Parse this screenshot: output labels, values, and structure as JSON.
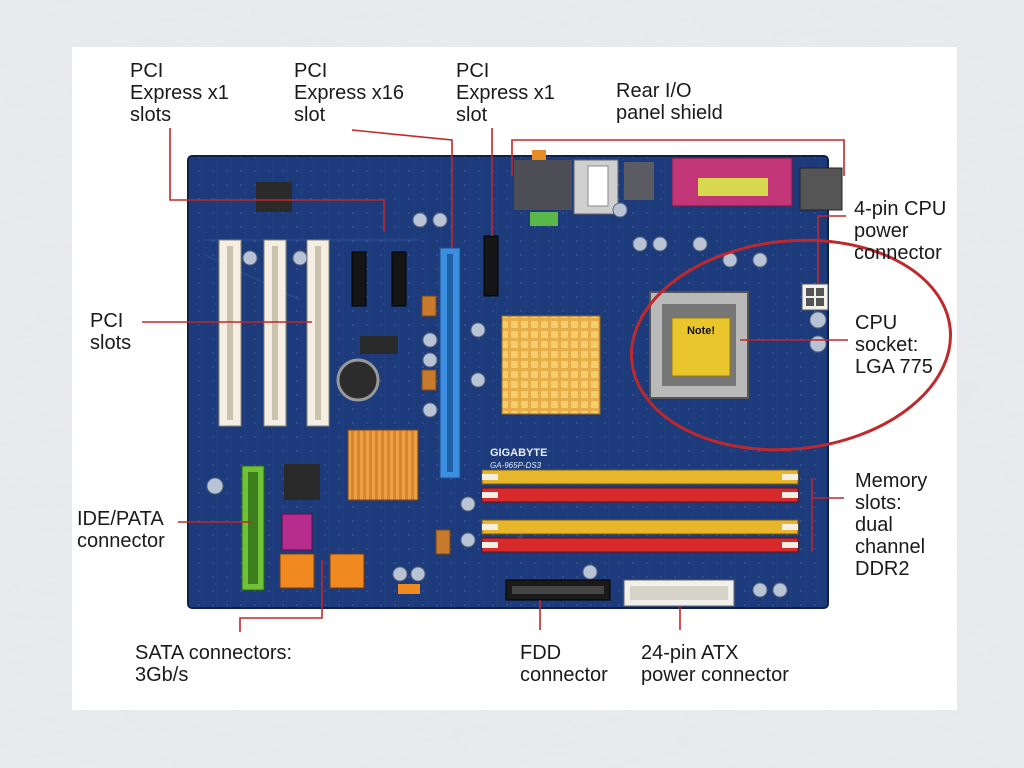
{
  "labels": {
    "pcie_x1_left": [
      "PCI",
      "Express x1",
      "slots"
    ],
    "pcie_x16": [
      "PCI",
      "Express x16",
      "slot"
    ],
    "pcie_x1_right": [
      "PCI",
      "Express x1",
      "slot"
    ],
    "rear_io": [
      "Rear I/O",
      "panel shield"
    ],
    "cpu_power": [
      "4-pin CPU",
      "power",
      "connector"
    ],
    "pci_slots": [
      "PCI",
      "slots"
    ],
    "cpu_socket": [
      "CPU",
      "socket:",
      "LGA 775"
    ],
    "ide": [
      "IDE/PATA",
      "connector"
    ],
    "memory": [
      "Memory",
      "slots:",
      "dual",
      "channel",
      "DDR2"
    ],
    "sata": [
      "SATA connectors:",
      "3Gb/s"
    ],
    "fdd": [
      "FDD",
      "connector"
    ],
    "atx": [
      "24-pin ATX",
      "power connector"
    ]
  },
  "board": {
    "brand": "GIGABYTE",
    "model": "GA-965P-DS3",
    "cpu_note": "Note!"
  },
  "colors": {
    "pcb": "#1d3b7a",
    "pointer": "#c0282c",
    "pci": "#f4efe2",
    "pcie": "#3c8ee0",
    "dimm_red": "#d82a2a",
    "dimm_yellow": "#e8b62a",
    "ide": "#6fc236",
    "sata": "#f08a20",
    "heatsink": "#e2a64a"
  }
}
